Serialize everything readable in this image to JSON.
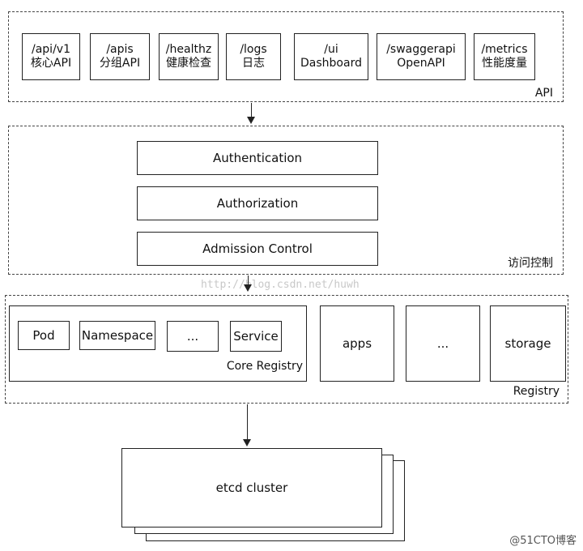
{
  "api": {
    "label": "API",
    "items": [
      {
        "text": "/api/v1\n核心API"
      },
      {
        "text": "/apis\n分组API"
      },
      {
        "text": "/healthz\n健康检查"
      },
      {
        "text": "/logs\n日志"
      },
      {
        "text": "/ui\nDashboard"
      },
      {
        "text": "/swaggerapi\nOpenAPI"
      },
      {
        "text": "/metrics\n性能度量"
      }
    ]
  },
  "access_control": {
    "label": "访问控制",
    "steps": [
      "Authentication",
      "Authorization",
      "Admission Control"
    ]
  },
  "watermark": "http://blog.csdn.net/huwh",
  "registry": {
    "label": "Registry",
    "core": {
      "label": "Core Registry",
      "items": [
        "Pod",
        "Namespace",
        "...",
        "Service"
      ]
    },
    "others": [
      "apps",
      "...",
      "storage"
    ]
  },
  "etcd": {
    "label": "etcd cluster"
  },
  "credit": "@51CTO博客"
}
